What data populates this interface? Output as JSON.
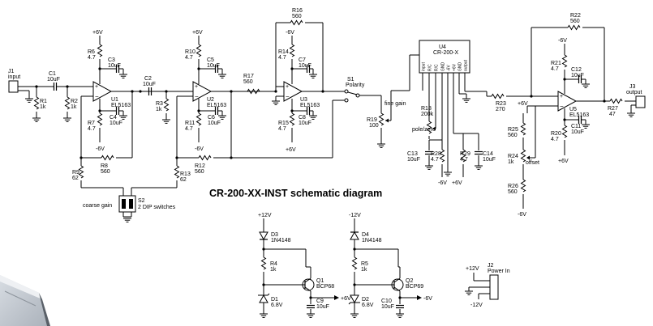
{
  "title": "CR-200-XX-INST schematic diagram",
  "supply": {
    "pos6": "+6V",
    "neg6": "-6V",
    "pos12": "+12V",
    "neg12": "-12V"
  },
  "parts": {
    "J1": {
      "ref": "J1",
      "val": "input"
    },
    "C1": {
      "ref": "C1",
      "val": "10uF"
    },
    "R1": {
      "ref": "R1",
      "val": "1k"
    },
    "R2": {
      "ref": "R2",
      "val": "1k"
    },
    "R6": {
      "ref": "R6",
      "val": "4.7"
    },
    "C3": {
      "ref": "C3",
      "val": "10uF"
    },
    "U1": {
      "ref": "U1",
      "val": "EL5163"
    },
    "R7": {
      "ref": "R7",
      "val": "4.7"
    },
    "C4": {
      "ref": "C4",
      "val": "10uF"
    },
    "R8": {
      "ref": "R8",
      "val": "560"
    },
    "R9": {
      "ref": "R9",
      "val": "62"
    },
    "C2": {
      "ref": "C2",
      "val": "10uF"
    },
    "R10": {
      "ref": "R10",
      "val": "4.7"
    },
    "C5": {
      "ref": "C5",
      "val": "10uF"
    },
    "U2": {
      "ref": "U2",
      "val": "EL5163"
    },
    "R3": {
      "ref": "R3",
      "val": "1k"
    },
    "R11": {
      "ref": "R11",
      "val": "4.7"
    },
    "C6": {
      "ref": "C6",
      "val": "10uF"
    },
    "R12": {
      "ref": "R12",
      "val": "560"
    },
    "R13": {
      "ref": "R13",
      "val": "62"
    },
    "R16": {
      "ref": "R16",
      "val": "560"
    },
    "R17": {
      "ref": "R17",
      "val": "560"
    },
    "R14": {
      "ref": "R14",
      "val": "4.7"
    },
    "C7": {
      "ref": "C7",
      "val": "10uF"
    },
    "U3": {
      "ref": "U3",
      "val": "EL5163"
    },
    "R15": {
      "ref": "R15",
      "val": "4.7"
    },
    "C8": {
      "ref": "C8",
      "val": "10uF"
    },
    "S1": {
      "ref": "S1",
      "val": "Polarity"
    },
    "R19": {
      "ref": "R19",
      "val": "100"
    },
    "fine_gain": "fine gain",
    "U4": {
      "ref": "U4",
      "val": "CR-200-X"
    },
    "U4_pins": [
      "input",
      "R/C",
      "R/C",
      "GND",
      "-6V",
      "+6V",
      "GND",
      "output"
    ],
    "R18": {
      "ref": "R18",
      "val": "200k"
    },
    "pole_zero": "pole/zero",
    "C13": {
      "ref": "C13",
      "val": "10uF"
    },
    "R28": {
      "ref": "R28",
      "val": "4.7"
    },
    "R29": {
      "ref": "R29",
      "val": "4.7"
    },
    "C14": {
      "ref": "C14",
      "val": "10uF"
    },
    "R23": {
      "ref": "R23",
      "val": "270"
    },
    "R22": {
      "ref": "R22",
      "val": "560"
    },
    "R21": {
      "ref": "R21",
      "val": "4.7"
    },
    "C12": {
      "ref": "C12",
      "val": "10uF"
    },
    "U5": {
      "ref": "U5",
      "val": "EL5163"
    },
    "R20": {
      "ref": "R20",
      "val": "4.7"
    },
    "C11": {
      "ref": "C11",
      "val": "10uF"
    },
    "R27": {
      "ref": "R27",
      "val": "47"
    },
    "J3": {
      "ref": "J3",
      "val": "output"
    },
    "R25": {
      "ref": "R25",
      "val": "560"
    },
    "R24": {
      "ref": "R24",
      "val": "1k"
    },
    "offset": "offset",
    "R26": {
      "ref": "R26",
      "val": "560"
    },
    "S2": {
      "ref": "S2",
      "val": "2 DIP switches"
    },
    "coarse_gain": "coarse gain",
    "D3": {
      "ref": "D3",
      "val": "1N4148"
    },
    "R4": {
      "ref": "R4",
      "val": "1k"
    },
    "Q1": {
      "ref": "Q1",
      "val": "BCP68"
    },
    "D1": {
      "ref": "D1",
      "val": "6.8V"
    },
    "C9": {
      "ref": "C9",
      "val": "10uF"
    },
    "D4": {
      "ref": "D4",
      "val": "1N4148"
    },
    "R5": {
      "ref": "R5",
      "val": "1k"
    },
    "Q2": {
      "ref": "Q2",
      "val": "BCP69"
    },
    "D2": {
      "ref": "D2",
      "val": "6.8V"
    },
    "C10": {
      "ref": "C10",
      "val": "10uF"
    },
    "J2": {
      "ref": "J2",
      "val": "Power In"
    }
  }
}
